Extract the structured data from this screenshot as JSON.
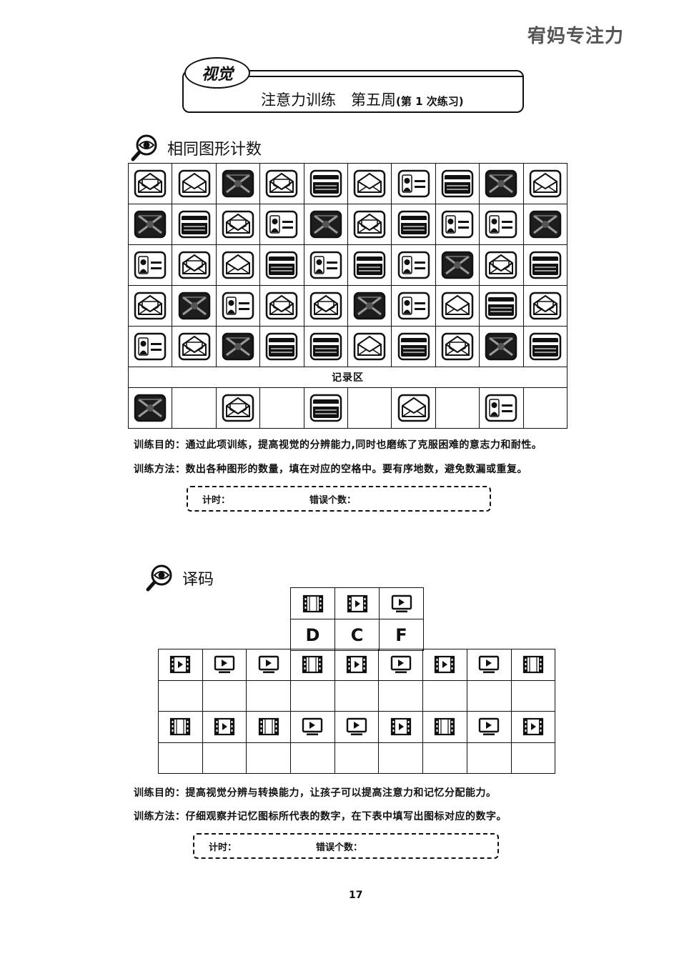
{
  "brand": "宥妈专注力",
  "banner": {
    "tag": "视觉",
    "title": "注意力训练　第五周",
    "subtitle": "(第 1 次练习)"
  },
  "section1": {
    "title": "相同图形计数",
    "grid": [
      [
        "envelope-open",
        "envelope",
        "envelope-dark",
        "envelope-open",
        "card",
        "envelope",
        "id-card",
        "card",
        "envelope-dark",
        "envelope"
      ],
      [
        "envelope-dark",
        "card",
        "envelope-open",
        "id-card",
        "envelope-dark",
        "envelope-open",
        "card",
        "id-card",
        "id-card",
        "envelope-dark"
      ],
      [
        "id-card",
        "envelope-open",
        "envelope",
        "card",
        "id-card",
        "card",
        "id-card",
        "envelope-dark",
        "envelope-open",
        "card"
      ],
      [
        "envelope-open",
        "envelope-dark",
        "id-card",
        "envelope-open",
        "envelope-open",
        "envelope-dark",
        "id-card",
        "envelope",
        "card",
        "envelope-open"
      ],
      [
        "id-card",
        "envelope-open",
        "envelope-dark",
        "card",
        "card",
        "envelope",
        "card",
        "envelope-open",
        "envelope-dark",
        "card"
      ]
    ],
    "record_label": "记录区",
    "record_row": [
      "envelope-dark",
      "",
      "envelope-open",
      "",
      "card",
      "",
      "envelope",
      "",
      "id-card",
      ""
    ],
    "purpose": "训练目的：通过此项训练，提高视觉的分辨能力,同时也磨练了克服困难的意志力和耐性。",
    "method": "训练方法：数出各种图形的数量，填在对应的空格中。要有序地数，避免数漏或重复。",
    "timer_label": "计时：",
    "errors_label": "错误个数："
  },
  "section2": {
    "title": "译码",
    "key": {
      "icons": [
        "film-strip",
        "film-play",
        "monitor-play"
      ],
      "letters": [
        "D",
        "C",
        "F"
      ]
    },
    "rows": [
      [
        "film-play",
        "monitor-play",
        "monitor-play",
        "film-strip",
        "film-play",
        "monitor-play",
        "film-play",
        "monitor-play",
        "film-strip"
      ],
      [
        "film-strip",
        "film-play",
        "film-strip",
        "monitor-play",
        "monitor-play",
        "film-play",
        "film-strip",
        "monitor-play",
        "film-play"
      ]
    ],
    "purpose": "训练目的：提高视觉分辨与转换能力，让孩子可以提高注意力和记忆分配能力。",
    "method": "训练方法：仔细观察并记忆图标所代表的数字，在下表中填写出图标对应的数字。",
    "timer_label": "计时：",
    "errors_label": "错误个数："
  },
  "page_number": "17"
}
